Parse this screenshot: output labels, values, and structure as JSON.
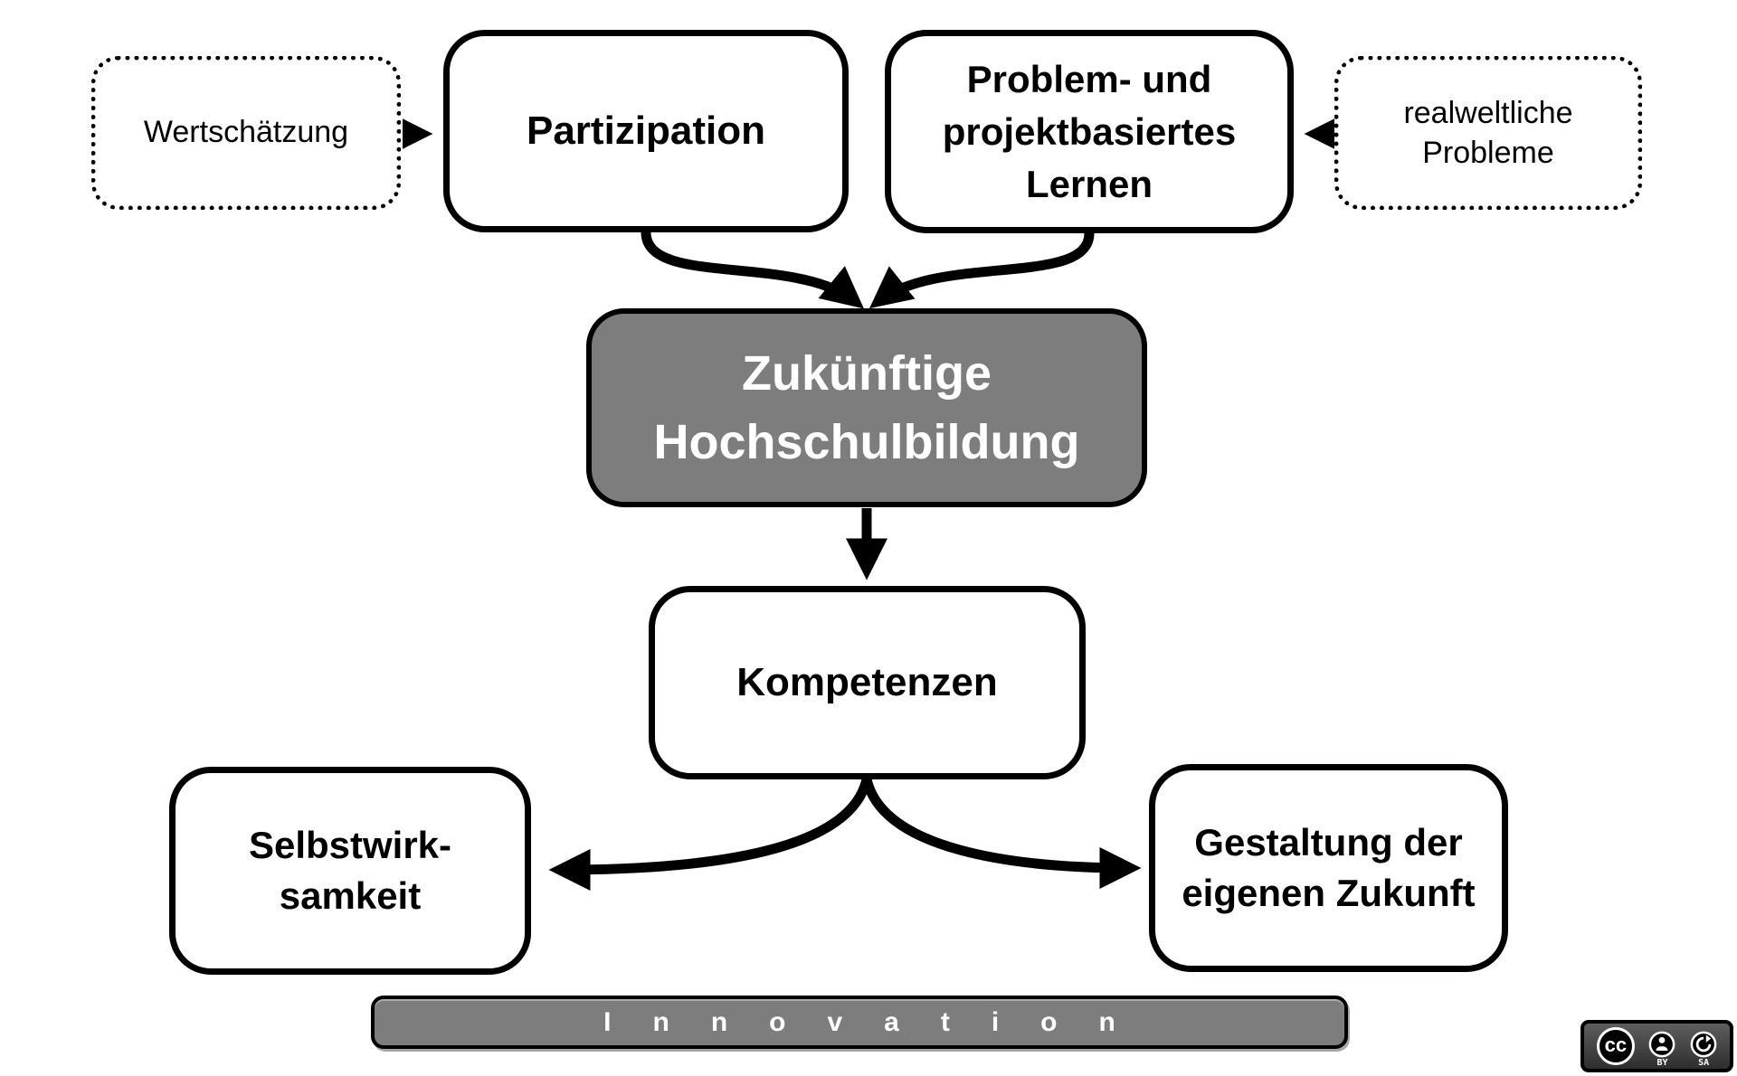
{
  "nodes": {
    "wertschaetzung": {
      "label": "Wertschätzung"
    },
    "partizipation": {
      "label": "Partizipation"
    },
    "problem_projekt_lernen": {
      "l1": "Problem- und",
      "l2": "projektbasiertes",
      "l3": "Lernen"
    },
    "realweltliche_probleme": {
      "l1": "realweltliche",
      "l2": "Probleme"
    },
    "zukuenftige_hochschulbildung": {
      "l1": "Zukünftige",
      "l2": "Hochschulbildung"
    },
    "kompetenzen": {
      "label": "Kompetenzen"
    },
    "selbstwirksamkeit": {
      "l1": "Selbstwirk-",
      "l2": "samkeit"
    },
    "gestaltung_zukunft": {
      "l1": "Gestaltung der",
      "l2": "eigenen Zukunft"
    }
  },
  "innovation_bar": {
    "label": "Innovation"
  },
  "license_badge": {
    "cc_text": "cc",
    "by_label": "BY",
    "sa_label": "SA"
  },
  "colors": {
    "background": "#ffffff",
    "line": "#000000",
    "highlight_fill": "#7d7d7d",
    "highlight_text": "#ffffff",
    "bar_fill": "#7d7d7d",
    "bar_text": "#ffffff",
    "badge_background": "#3a3a3a"
  }
}
